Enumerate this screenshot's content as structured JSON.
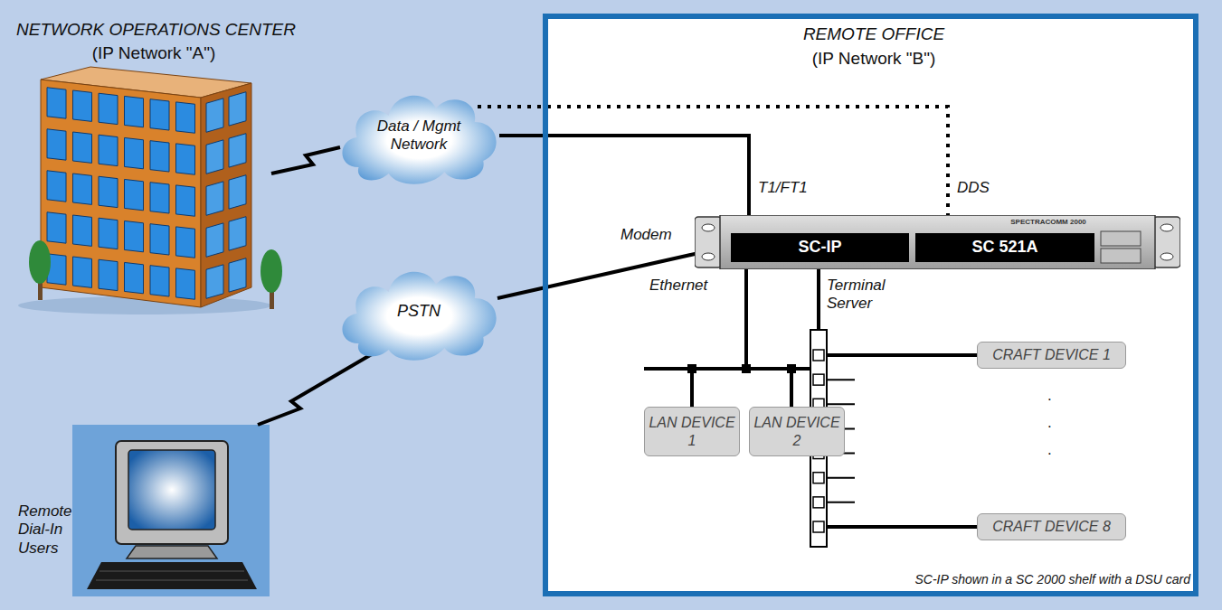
{
  "diagram": {
    "nodes": [
      {
        "text": [
          "NETWORK OPERATIONS CENTER",
          "(IP Network \"A\")"
        ]
      },
      {
        "text": [
          "Data / Mgmt Network"
        ]
      },
      {
        "text": [
          "PSTN"
        ]
      },
      {
        "text": [
          "Remote Dial-In Users"
        ]
      },
      {
        "text": [
          "REMOTE OFFICE",
          "(IP Network \"B\")",
          "SC-IP shown in a SC 2000 shelf with a DSU card"
        ]
      },
      {
        "text": [
          "SPECTRACOMM 2000"
        ],
        "in": 4
      },
      {
        "text": [
          "SC-IP"
        ],
        "in": 5
      },
      {
        "text": [
          "SC 521A"
        ],
        "in": 5
      },
      {
        "text": [
          "LAN DEVICE 1"
        ],
        "in": 4
      },
      {
        "text": [
          "LAN DEVICE 2"
        ],
        "in": 4
      },
      {
        "text": [
          "CRAFT DEVICE 1"
        ],
        "in": 4
      },
      {
        "text": [
          "CRAFT DEVICE 8"
        ],
        "in": 4
      }
    ],
    "edges": [
      {
        "from": 0,
        "to": 1,
        "arrow": "none"
      },
      {
        "from": 1,
        "to": 6,
        "label": "T1/FT1",
        "arrow": "none"
      },
      {
        "from": 1,
        "to": 7,
        "label": "DDS",
        "arrow": "none"
      },
      {
        "from": 2,
        "to": 6,
        "label": "Modem",
        "arrow": "none"
      },
      {
        "from": 3,
        "to": 2,
        "arrow": "none"
      },
      {
        "from": 6,
        "to": 8,
        "label": "Ethernet",
        "arrow": "none"
      },
      {
        "from": 6,
        "to": 9,
        "arrow": "none"
      },
      {
        "from": 6,
        "to": 10,
        "label": "Terminal Server",
        "arrow": "none"
      },
      {
        "from": 6,
        "to": 11,
        "arrow": "none"
      }
    ],
    "labels": [
      ".",
      ".",
      "."
    ]
  }
}
